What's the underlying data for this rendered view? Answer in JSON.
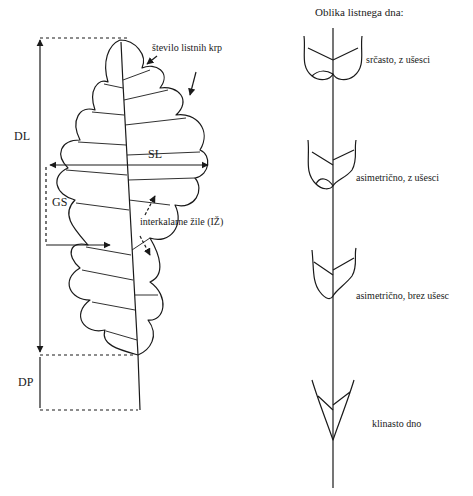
{
  "diagram": {
    "labels": [
      "Oblika listnega dna:",
      "število listnih krp",
      "DL",
      "SL",
      "GS",
      "interkalarne žile (IŽ)",
      "DP",
      "srčasto, z ušesci",
      "asimetrično, z ušesci",
      "asimetrično, brez ušesc",
      "klinasto dno"
    ]
  }
}
